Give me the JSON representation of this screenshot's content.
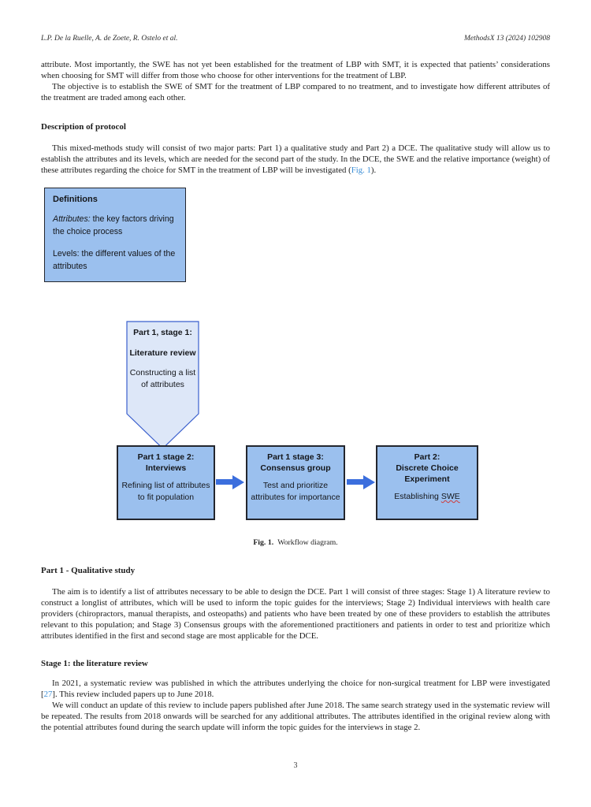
{
  "header": {
    "authors": "L.P. De la Ruelle, A. de Zoete, R. Ostelo et al.",
    "journal": "MethodsX 13 (2024) 102908"
  },
  "intro": {
    "continuation_paragraph": "attribute. Most importantly, the SWE has not yet been established for the treatment of LBP with SMT, it is expected that patients’ considerations when choosing for SMT will differ from those who choose for other interventions for the treatment of LBP.",
    "objective_paragraph": "The objective is to establish the SWE of SMT for the treatment of LBP compared to no treatment, and to investigate how different attributes of the treatment are traded among each other."
  },
  "protocol": {
    "heading": "Description of protocol",
    "paragraph_before_link": "This mixed-methods study will consist of two major parts: Part 1) a qualitative study and Part 2) a DCE. The qualitative study will allow us to establish the attributes and its levels, which are needed for the second part of the study. In the DCE, the SWE and the relative importance (weight) of these attributes regarding the choice for SMT in the treatment of LBP will be investigated (",
    "fig_link": "Fig. 1",
    "paragraph_after_link": ")."
  },
  "definitions_box": {
    "title": "Definitions",
    "attributes_term": "Attributes:",
    "attributes_rest": " the key factors driving the choice process",
    "levels_line": "Levels: the different values of the attributes"
  },
  "diagram": {
    "stage1": {
      "title": "Part 1, stage 1:",
      "name": "Literature review",
      "body": "Constructing a list of attributes"
    },
    "stage2": {
      "title": "Part 1 stage 2:",
      "name": "Interviews",
      "body": "Refining list of attributes to fit population"
    },
    "stage3": {
      "title": "Part 1 stage 3:",
      "name": "Consensus group",
      "body": "Test and prioritize attributes for importance"
    },
    "part2": {
      "title": "Part 2:",
      "name": "Discrete Choice Experiment",
      "body_prefix": "Establishing ",
      "body_word": "SWE"
    }
  },
  "figure": {
    "caption_label": "Fig. 1.",
    "caption_text": "Workflow diagram."
  },
  "qualitative": {
    "heading": "Part 1 - Qualitative study",
    "paragraph": "The aim is to identify a list of attributes necessary to be able to design the DCE. Part 1 will consist of three stages: Stage 1) A literature review to construct a longlist of attributes, which will be used to inform the topic guides for the interviews; Stage 2) Individual interviews with health care providers (chiropractors, manual therapists, and osteopaths) and patients who have been treated by one of these providers to establish the attributes relevant to this population; and Stage 3) Consensus groups with the aforementioned practitioners and patients in order to test and prioritize which attributes identified in the first and second stage are most applicable for the DCE."
  },
  "stage1_section": {
    "heading": "Stage 1: the literature review",
    "p1_before_ref": "In 2021, a systematic review was published in which the attributes underlying the choice for non-surgical treatment for LBP were investigated [",
    "ref_number": "27",
    "p1_after_ref": "]. This review included papers up to June 2018.",
    "p2": "We will conduct an update of this review to include papers published after June 2018. The same search strategy used in the systematic review will be repeated. The results from 2018 onwards will be searched for any additional attributes. The attributes identified in the original review along with the potential attributes found during the search update will inform the topic guides for the interviews in stage 2."
  },
  "footer": {
    "page_number": "3"
  },
  "colors": {
    "box_fill": "#9bc0ee",
    "pentagon_fill": "#dde7f8",
    "pentagon_border": "#3a5fcd",
    "box_border": "#23262e",
    "arrow_blue": "#3b6edd",
    "link_blue": "#3d8fd6",
    "squiggle_red": "#d03a3a"
  }
}
